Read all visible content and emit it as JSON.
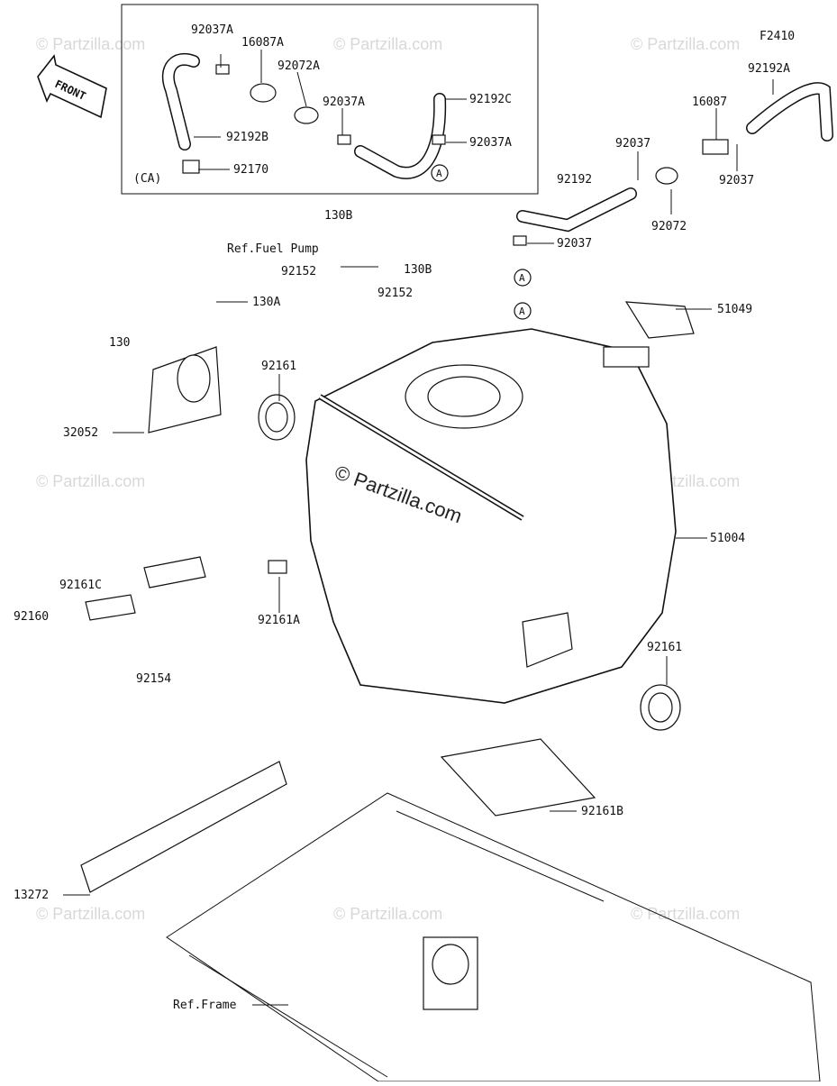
{
  "diagram": {
    "figure_code": "F2410",
    "watermark": "© Partzilla.com",
    "front_label": "FRONT",
    "inset_label": "(CA)",
    "ref_labels": [
      "Ref.Fuel Pump",
      "Ref.Frame"
    ],
    "circle_markers": [
      "A",
      "A",
      "A"
    ],
    "part_labels": [
      "92037A",
      "16087A",
      "92072A",
      "92037A",
      "92192C",
      "92192B",
      "92037A",
      "92170",
      "92192A",
      "16087",
      "92037",
      "92192",
      "92037",
      "92072",
      "92037",
      "130B",
      "92152",
      "130B",
      "92152",
      "130A",
      "130",
      "32052",
      "92161",
      "51049",
      "51004",
      "92161C",
      "92160",
      "92161A",
      "92161",
      "92154",
      "92161B",
      "13272"
    ]
  }
}
